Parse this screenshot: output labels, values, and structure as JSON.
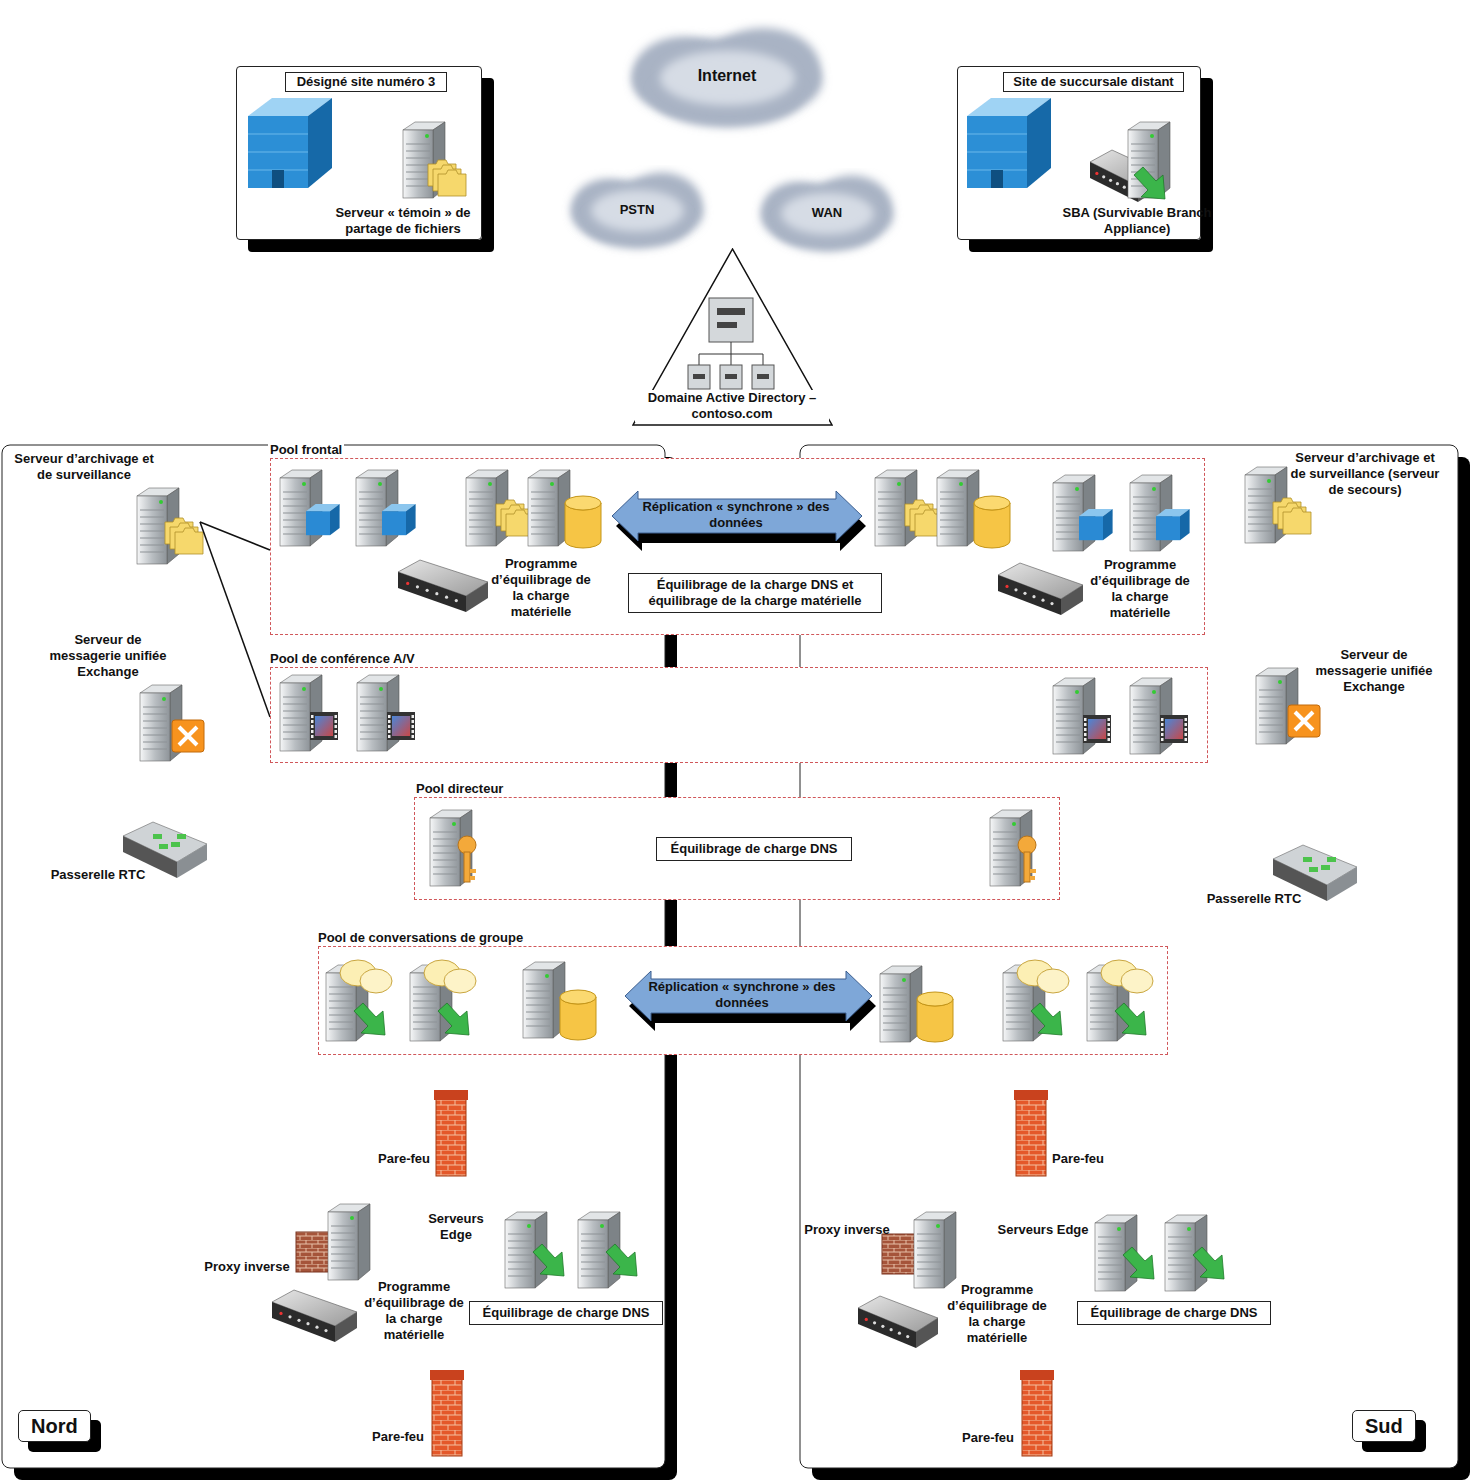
{
  "diagram": {
    "nodes": [
      {
        "text": [
          "Désigné site numéro 3",
          "Serveur « témoin » de partage de fichiers"
        ]
      },
      {
        "text": [
          "Internet"
        ]
      },
      {
        "text": [
          "Site de succursale distant",
          "SBA (Survivable Branch Appliance)"
        ]
      },
      {
        "text": [
          "PSTN"
        ]
      },
      {
        "text": [
          "WAN"
        ]
      },
      {
        "text": [
          "Domaine Active Directory – contoso.com"
        ]
      },
      {
        "text": [
          "Nord"
        ]
      },
      {
        "text": [
          "Sud"
        ]
      },
      {
        "text": [
          "Pool frontal"
        ]
      },
      {
        "text": [
          "Équilibrage de la charge DNS et équilibrage de la charge matérielle"
        ],
        "in": 8
      },
      {
        "text": [
          "Pool de conférence A/V"
        ]
      },
      {
        "text": [
          "Pool directeur"
        ]
      },
      {
        "text": [
          "Équilibrage de charge DNS"
        ],
        "in": 11
      },
      {
        "text": [
          "Pool de conversations de groupe"
        ]
      },
      {
        "text": [
          "Équilibrage de charge DNS"
        ],
        "in": 6
      },
      {
        "text": [
          "Équilibrage de charge DNS"
        ],
        "in": 7
      }
    ],
    "labels": [
      "Serveur d’archivage et de surveillance",
      "Programme d’équilibrage de la charge matérielle",
      "Réplication « synchrone » des données",
      "Programme d’équilibrage de la charge matérielle",
      "Serveur d’archivage et de surveillance (serveur de secours)",
      "Serveur de messagerie unifiée Exchange",
      "Serveur de messagerie unifiée Exchange",
      "Passerelle RTC",
      "Passerelle RTC",
      "Réplication « synchrone » des données",
      "Pare-feu",
      "Pare-feu",
      "Serveurs Edge",
      "Serveurs Edge",
      "Proxy inverse",
      "Proxy inverse",
      "Programme d’équilibrage de la charge matérielle",
      "Programme d’équilibrage de la charge matérielle",
      "Pare-feu",
      "Pare-feu"
    ]
  }
}
